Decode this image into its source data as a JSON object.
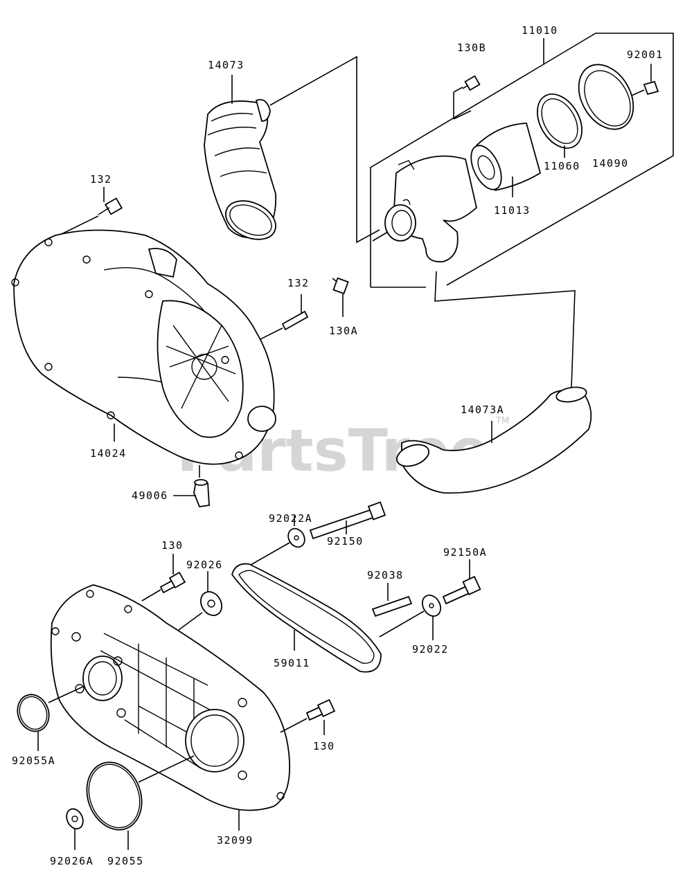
{
  "watermark": {
    "text": "PartsTree",
    "trademark": "TM"
  },
  "labels": {
    "p11010": "11010",
    "p130B": "130B",
    "p92001": "92001",
    "p14073": "14073",
    "p14090": "14090",
    "p11060": "11060",
    "p11013": "11013",
    "p132a": "132",
    "p132b": "132",
    "p130A": "130A",
    "p14073A": "14073A",
    "p14024": "14024",
    "p49006": "49006",
    "p92022A": "92022A",
    "p92150": "92150",
    "p130a": "130",
    "p92026": "92026",
    "p92038": "92038",
    "p92150A": "92150A",
    "p92022": "92022",
    "p59011": "59011",
    "p130b": "130",
    "p92055A": "92055A",
    "p32099": "32099",
    "p92026A": "92026A",
    "p92055": "92055"
  }
}
